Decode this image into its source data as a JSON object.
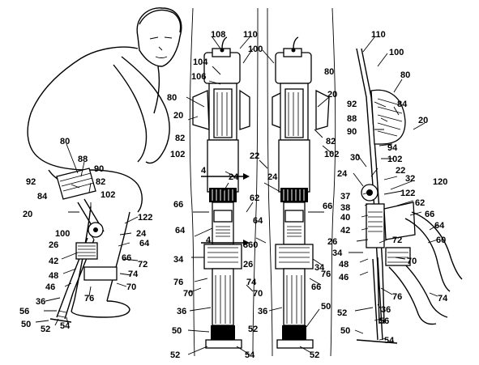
{
  "figure": {
    "labels": [
      {
        "id": "l0",
        "text": "108"
      },
      {
        "id": "l1",
        "text": "110"
      },
      {
        "id": "l2",
        "text": "100"
      },
      {
        "id": "l3",
        "text": "104"
      },
      {
        "id": "l4",
        "text": "106"
      },
      {
        "id": "l5",
        "text": "80"
      },
      {
        "id": "l6",
        "text": "80"
      },
      {
        "id": "l7",
        "text": "20"
      },
      {
        "id": "l8",
        "text": "20"
      },
      {
        "id": "l9",
        "text": "82"
      },
      {
        "id": "l10",
        "text": "82"
      },
      {
        "id": "l11",
        "text": "102"
      },
      {
        "id": "l12",
        "text": "102"
      },
      {
        "id": "l13",
        "text": "22"
      },
      {
        "id": "l14",
        "text": "4"
      },
      {
        "id": "l15",
        "text": "24"
      },
      {
        "id": "l16",
        "text": "24"
      },
      {
        "id": "l17",
        "text": "66"
      },
      {
        "id": "l18",
        "text": "62"
      },
      {
        "id": "l19",
        "text": "66"
      },
      {
        "id": "l20",
        "text": "64"
      },
      {
        "id": "l21",
        "text": "64"
      },
      {
        "id": "l22",
        "text": "4"
      },
      {
        "id": "l23",
        "text": "360"
      },
      {
        "id": "l24",
        "text": "34"
      },
      {
        "id": "l25",
        "text": "26"
      },
      {
        "id": "l26",
        "text": "34"
      },
      {
        "id": "l27",
        "text": "76"
      },
      {
        "id": "l28",
        "text": "74"
      },
      {
        "id": "l29",
        "text": "76"
      },
      {
        "id": "l30",
        "text": "70"
      },
      {
        "id": "l31",
        "text": "70"
      },
      {
        "id": "l32",
        "text": "66"
      },
      {
        "id": "l33",
        "text": "36"
      },
      {
        "id": "l34",
        "text": "36"
      },
      {
        "id": "l35",
        "text": "50"
      },
      {
        "id": "l36",
        "text": "50"
      },
      {
        "id": "l37",
        "text": "52"
      },
      {
        "id": "l38",
        "text": "52"
      },
      {
        "id": "l39",
        "text": "54"
      },
      {
        "id": "l40",
        "text": "52"
      },
      {
        "id": "l41",
        "text": "80"
      },
      {
        "id": "l42",
        "text": "88"
      },
      {
        "id": "l43",
        "text": "90"
      },
      {
        "id": "l44",
        "text": "92"
      },
      {
        "id": "l45",
        "text": "82"
      },
      {
        "id": "l46",
        "text": "84"
      },
      {
        "id": "l47",
        "text": "102"
      },
      {
        "id": "l48",
        "text": "20"
      },
      {
        "id": "l49",
        "text": "122"
      },
      {
        "id": "l50",
        "text": "24"
      },
      {
        "id": "l51",
        "text": "100"
      },
      {
        "id": "l52",
        "text": "26"
      },
      {
        "id": "l53",
        "text": "64"
      },
      {
        "id": "l54",
        "text": "66"
      },
      {
        "id": "l55",
        "text": "42"
      },
      {
        "id": "l56",
        "text": "72"
      },
      {
        "id": "l57",
        "text": "48"
      },
      {
        "id": "l58",
        "text": "74"
      },
      {
        "id": "l59",
        "text": "46"
      },
      {
        "id": "l60",
        "text": "70"
      },
      {
        "id": "l61",
        "text": "36"
      },
      {
        "id": "l62",
        "text": "76"
      },
      {
        "id": "l63",
        "text": "56"
      },
      {
        "id": "l64",
        "text": "50"
      },
      {
        "id": "l65",
        "text": "52"
      },
      {
        "id": "l66",
        "text": "54"
      },
      {
        "id": "l67",
        "text": "110"
      },
      {
        "id": "l68",
        "text": "100"
      },
      {
        "id": "l69",
        "text": "80"
      },
      {
        "id": "l70",
        "text": "92"
      },
      {
        "id": "l71",
        "text": "84"
      },
      {
        "id": "l72",
        "text": "88"
      },
      {
        "id": "l73",
        "text": "90"
      },
      {
        "id": "l74",
        "text": "20"
      },
      {
        "id": "l75",
        "text": "94"
      },
      {
        "id": "l76",
        "text": "102"
      },
      {
        "id": "l77",
        "text": "30"
      },
      {
        "id": "l78",
        "text": "22"
      },
      {
        "id": "l79",
        "text": "24"
      },
      {
        "id": "l80",
        "text": "32"
      },
      {
        "id": "l81",
        "text": "120"
      },
      {
        "id": "l82",
        "text": "37"
      },
      {
        "id": "l83",
        "text": "122"
      },
      {
        "id": "l84",
        "text": "38"
      },
      {
        "id": "l85",
        "text": "62"
      },
      {
        "id": "l86",
        "text": "40"
      },
      {
        "id": "l87",
        "text": "66"
      },
      {
        "id": "l88",
        "text": "64"
      },
      {
        "id": "l89",
        "text": "42"
      },
      {
        "id": "l90",
        "text": "26"
      },
      {
        "id": "l91",
        "text": "72"
      },
      {
        "id": "l92",
        "text": "60"
      },
      {
        "id": "l93",
        "text": "34"
      },
      {
        "id": "l94",
        "text": "48"
      },
      {
        "id": "l95",
        "text": "70"
      },
      {
        "id": "l96",
        "text": "46"
      },
      {
        "id": "l97",
        "text": "76"
      },
      {
        "id": "l98",
        "text": "74"
      },
      {
        "id": "l99",
        "text": "52"
      },
      {
        "id": "l100",
        "text": "36"
      },
      {
        "id": "l101",
        "text": "56"
      },
      {
        "id": "l102",
        "text": "50"
      },
      {
        "id": "l103",
        "text": "54"
      }
    ]
  }
}
